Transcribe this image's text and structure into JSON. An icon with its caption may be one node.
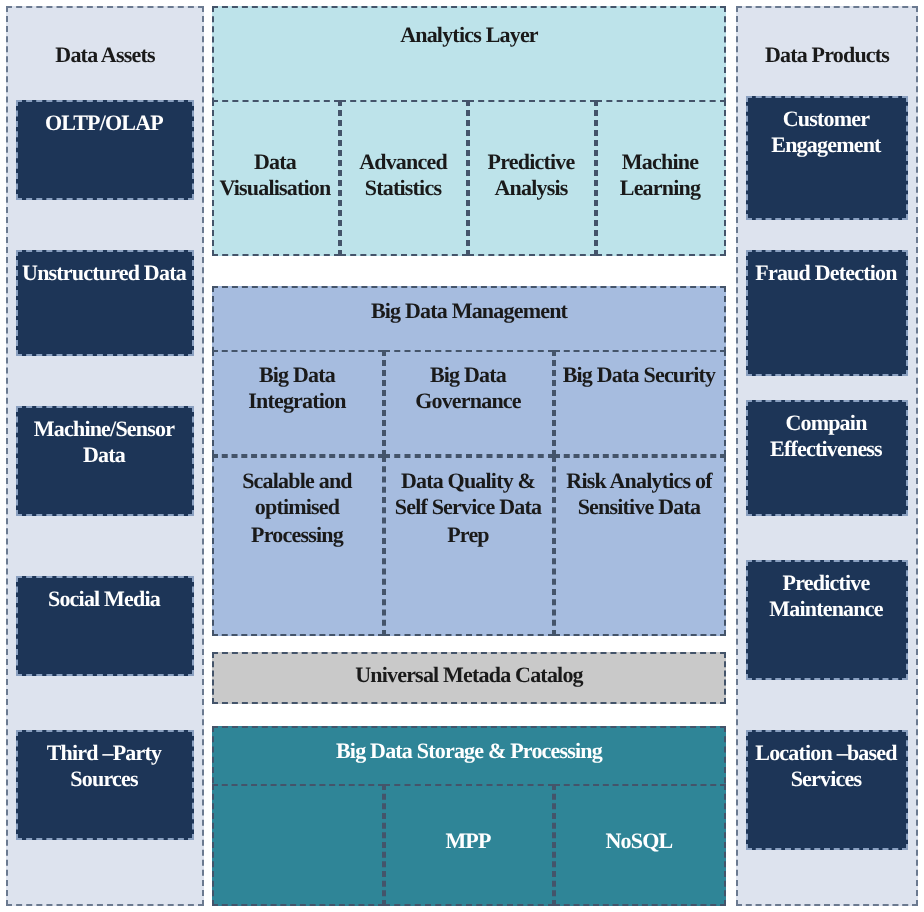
{
  "diagram": {
    "nodes": [
      {
        "text": [
          "Data Assets"
        ]
      },
      {
        "text": [
          "OLTP/OLAP"
        ],
        "in": 0
      },
      {
        "text": [
          "Unstructured Data"
        ],
        "in": 0
      },
      {
        "text": [
          "Machine/Sensor Data"
        ],
        "in": 0
      },
      {
        "text": [
          "Social Media"
        ],
        "in": 0
      },
      {
        "text": [
          "Third –Party Sources"
        ],
        "in": 0
      },
      {
        "text": [
          "Analytics Layer"
        ]
      },
      {
        "text": [
          "Data Visualisation"
        ],
        "in": 6
      },
      {
        "text": [
          "Advanced Statistics"
        ],
        "in": 6
      },
      {
        "text": [
          "Predictive Analysis"
        ],
        "in": 6
      },
      {
        "text": [
          "Machine Learning"
        ],
        "in": 6
      },
      {
        "text": [
          "Big Data Management"
        ]
      },
      {
        "text": [
          "Big Data Integration"
        ],
        "in": 11
      },
      {
        "text": [
          "Big Data Governance"
        ],
        "in": 11
      },
      {
        "text": [
          "Big Data Security"
        ],
        "in": 11
      },
      {
        "text": [
          "Scalable and optimised Processing"
        ],
        "in": 11
      },
      {
        "text": [
          "Data Quality & Self Service Data Prep"
        ],
        "in": 11
      },
      {
        "text": [
          "Risk Analytics of Sensitive Data"
        ],
        "in": 11
      },
      {
        "text": [
          "Universal Metada Catalog"
        ]
      },
      {
        "text": [
          "Big Data Storage & Processing"
        ]
      },
      {
        "text": [],
        "shape": "box",
        "in": 19
      },
      {
        "text": [
          "MPP"
        ],
        "in": 19
      },
      {
        "text": [
          "NoSQL"
        ],
        "in": 19
      },
      {
        "text": [
          "Data Products"
        ]
      },
      {
        "text": [
          "Customer Engagement"
        ],
        "in": 23
      },
      {
        "text": [
          "Fraud Detection"
        ],
        "in": 23
      },
      {
        "text": [
          "Compain Effectiveness"
        ],
        "in": 23
      },
      {
        "text": [
          "Predictive Maintenance"
        ],
        "in": 23
      },
      {
        "text": [
          "Location –based Services"
        ],
        "in": 23
      }
    ],
    "edges": []
  }
}
